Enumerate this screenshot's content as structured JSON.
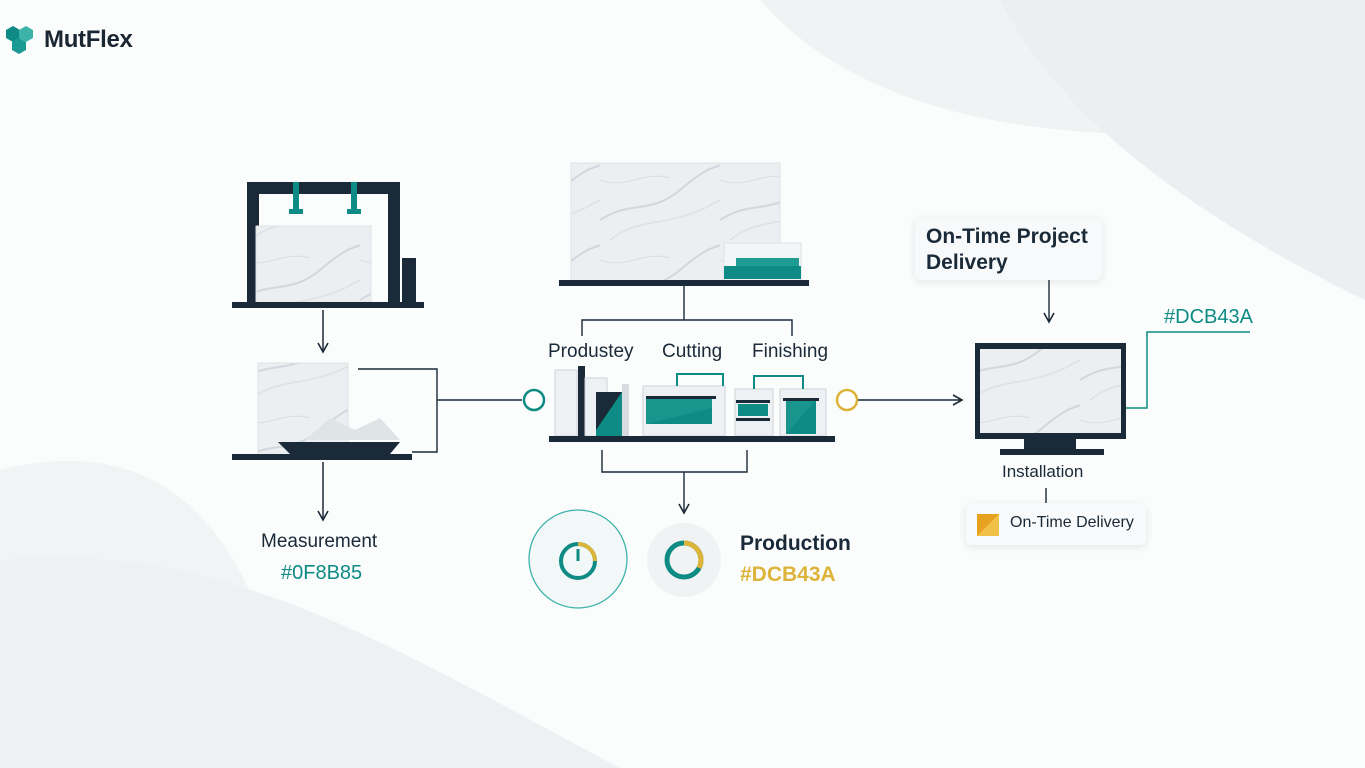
{
  "brand": {
    "name": "MutFlex",
    "icon": "hexagon-cluster-icon"
  },
  "colors": {
    "teal": "#0F8B85",
    "gold": "#DCB43A",
    "navy": "#1B2A38"
  },
  "measurement": {
    "label": "Measurement",
    "color_code": "#0F8B85"
  },
  "production": {
    "stage_labels": [
      "Produstey",
      "Cutting",
      "Finishing"
    ],
    "label": "Production",
    "color_code": "#DCB43A"
  },
  "installation": {
    "callout": "On-Time Project\nDelivery",
    "color_code": "#DCB43A",
    "label": "Installation",
    "badge": "On-Time Delivery"
  }
}
